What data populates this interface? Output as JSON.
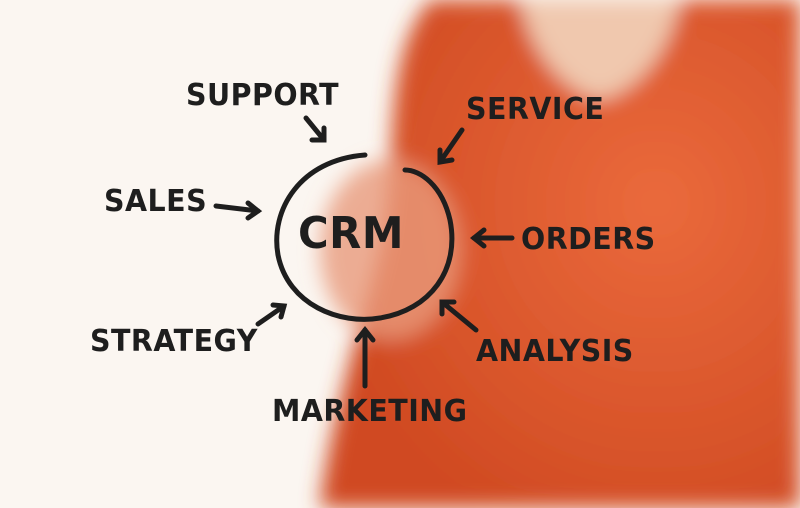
{
  "center": "CRM",
  "labels": {
    "support": "SUPPORT",
    "service": "SERVICE",
    "sales": "SALES",
    "orders": "ORDERS",
    "strategy": "STRATEGY",
    "analysis": "ANALYSIS",
    "marketing": "MARKETING"
  },
  "colors": {
    "shirt": "#e0552a",
    "background": "#fbf6f1",
    "ink": "#1e1e1e"
  }
}
